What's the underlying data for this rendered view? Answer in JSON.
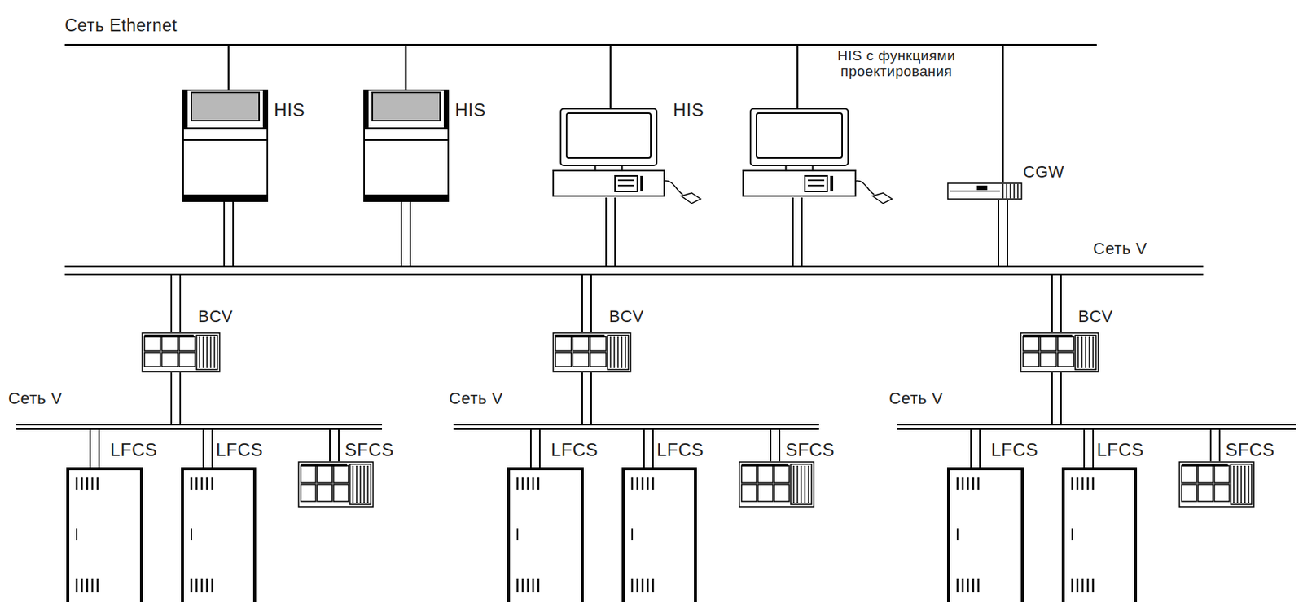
{
  "diagram": {
    "nodes": [
      {
        "text": [
          "Сеть Ethernet"
        ]
      },
      {
        "text": [
          "HIS"
        ]
      },
      {
        "text": [
          "HIS"
        ]
      },
      {
        "text": [
          "HIS"
        ]
      },
      {
        "text": [
          "HIS с функциями проектирования"
        ]
      },
      {
        "text": [
          "CGW"
        ]
      },
      {
        "text": [
          "Сеть V"
        ]
      },
      {
        "text": [
          "BCV"
        ]
      },
      {
        "text": [
          "Сеть V"
        ]
      },
      {
        "text": [
          "LFCS"
        ]
      },
      {
        "text": [
          "LFCS"
        ]
      },
      {
        "text": [
          "SFCS"
        ]
      },
      {
        "text": [
          "BCV"
        ]
      },
      {
        "text": [
          "Сеть V"
        ]
      },
      {
        "text": [
          "LFCS"
        ]
      },
      {
        "text": [
          "LFCS"
        ]
      },
      {
        "text": [
          "SFCS"
        ]
      },
      {
        "text": [
          "BCV"
        ]
      },
      {
        "text": [
          "Сеть V"
        ]
      },
      {
        "text": [
          "LFCS"
        ]
      },
      {
        "text": [
          "LFCS"
        ]
      },
      {
        "text": [
          "SFCS"
        ]
      }
    ],
    "edges": [
      {
        "from": 0,
        "to": 1,
        "arrow": "none"
      },
      {
        "from": 0,
        "to": 2,
        "arrow": "none"
      },
      {
        "from": 0,
        "to": 3,
        "arrow": "none"
      },
      {
        "from": 0,
        "to": 4,
        "arrow": "none"
      },
      {
        "from": 0,
        "to": 5,
        "arrow": "none"
      },
      {
        "from": 1,
        "to": 6,
        "arrow": "none"
      },
      {
        "from": 2,
        "to": 6,
        "arrow": "none"
      },
      {
        "from": 3,
        "to": 6,
        "arrow": "none"
      },
      {
        "from": 4,
        "to": 6,
        "arrow": "none"
      },
      {
        "from": 5,
        "to": 6,
        "arrow": "none"
      },
      {
        "from": 6,
        "to": 7,
        "arrow": "none"
      },
      {
        "from": 7,
        "to": 8,
        "arrow": "none"
      },
      {
        "from": 8,
        "to": 9,
        "arrow": "none"
      },
      {
        "from": 8,
        "to": 10,
        "arrow": "none"
      },
      {
        "from": 8,
        "to": 11,
        "arrow": "none"
      },
      {
        "from": 6,
        "to": 12,
        "arrow": "none"
      },
      {
        "from": 12,
        "to": 13,
        "arrow": "none"
      },
      {
        "from": 13,
        "to": 14,
        "arrow": "none"
      },
      {
        "from": 13,
        "to": 15,
        "arrow": "none"
      },
      {
        "from": 13,
        "to": 16,
        "arrow": "none"
      },
      {
        "from": 6,
        "to": 17,
        "arrow": "none"
      },
      {
        "from": 17,
        "to": 18,
        "arrow": "none"
      },
      {
        "from": 18,
        "to": 19,
        "arrow": "none"
      },
      {
        "from": 18,
        "to": 20,
        "arrow": "none"
      },
      {
        "from": 18,
        "to": 21,
        "arrow": "none"
      }
    ]
  }
}
